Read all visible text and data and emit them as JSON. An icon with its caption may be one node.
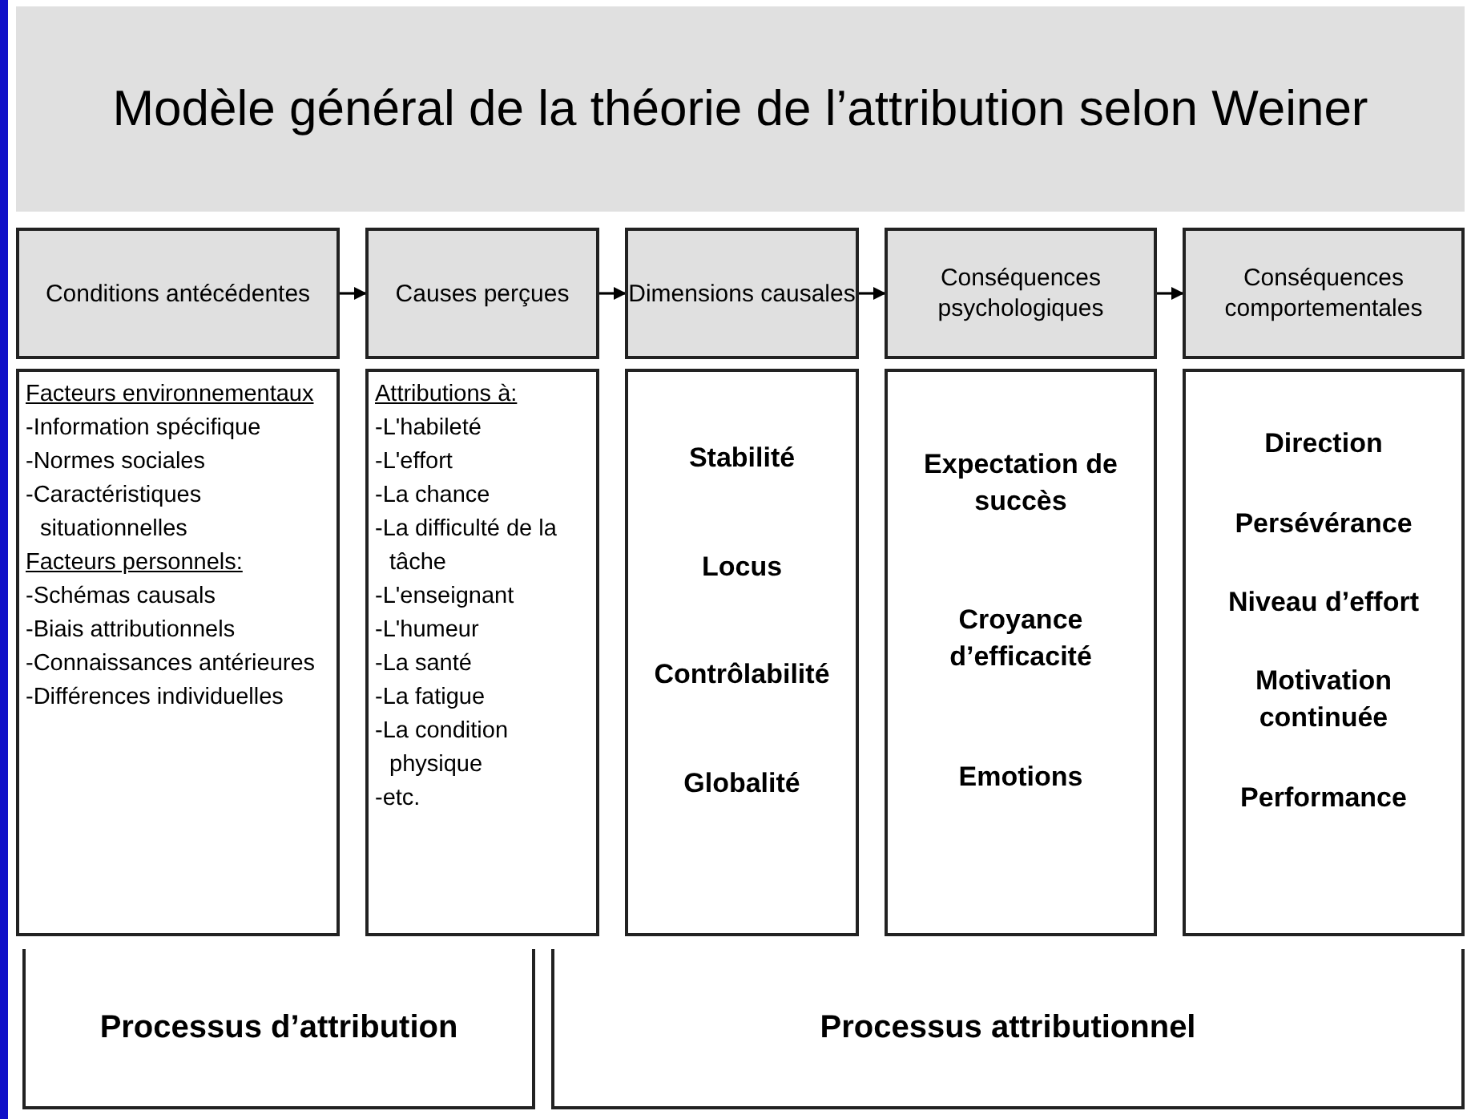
{
  "diagram": {
    "title": "Modèle général de la théorie de l’attribution selon Weiner",
    "nodes": [
      {
        "text": [
          "Conditions antécédentes"
        ]
      },
      {
        "text": [
          "Causes perçues"
        ]
      },
      {
        "text": [
          "Dimensions causales"
        ]
      },
      {
        "text": [
          "Conséquences psychologiques"
        ]
      },
      {
        "text": [
          "Conséquences comportementales"
        ]
      },
      {
        "text": [
          "Facteurs environnementaux",
          "-Information spécifique",
          "-Normes sociales",
          "-Caractéristiques situationnelles",
          "Facteurs personnels:",
          "-Schémas causals",
          "-Biais attributionnels",
          "-Connaissances antérieures",
          "-Différences individuelles"
        ]
      },
      {
        "text": [
          "Attributions à:",
          "-L'habileté",
          "-L'effort",
          "-La chance",
          "-La difficulté de la tâche",
          "-L'enseignant",
          "-L'humeur",
          "-La santé",
          "-La fatigue",
          "-La condition physique",
          "-etc."
        ]
      },
      {
        "text": [
          "Stabilité",
          "Locus",
          "Contrôlabilité",
          "Globalité"
        ]
      },
      {
        "text": [
          "Expectation de succès",
          "Croyance d’efficacité",
          "Emotions"
        ]
      },
      {
        "text": [
          "Direction",
          "Persévérance",
          "Niveau d’effort",
          "Motivation continuée",
          "Performance"
        ]
      },
      {
        "text": [
          "Processus d’attribution"
        ]
      },
      {
        "text": [
          "Processus attributionnel"
        ]
      }
    ],
    "edges": [
      {
        "from": 0,
        "to": 1,
        "arrow": "to"
      },
      {
        "from": 1,
        "to": 2,
        "arrow": "to"
      },
      {
        "from": 2,
        "to": 3,
        "arrow": "to"
      },
      {
        "from": 3,
        "to": 4,
        "arrow": "to"
      }
    ]
  }
}
